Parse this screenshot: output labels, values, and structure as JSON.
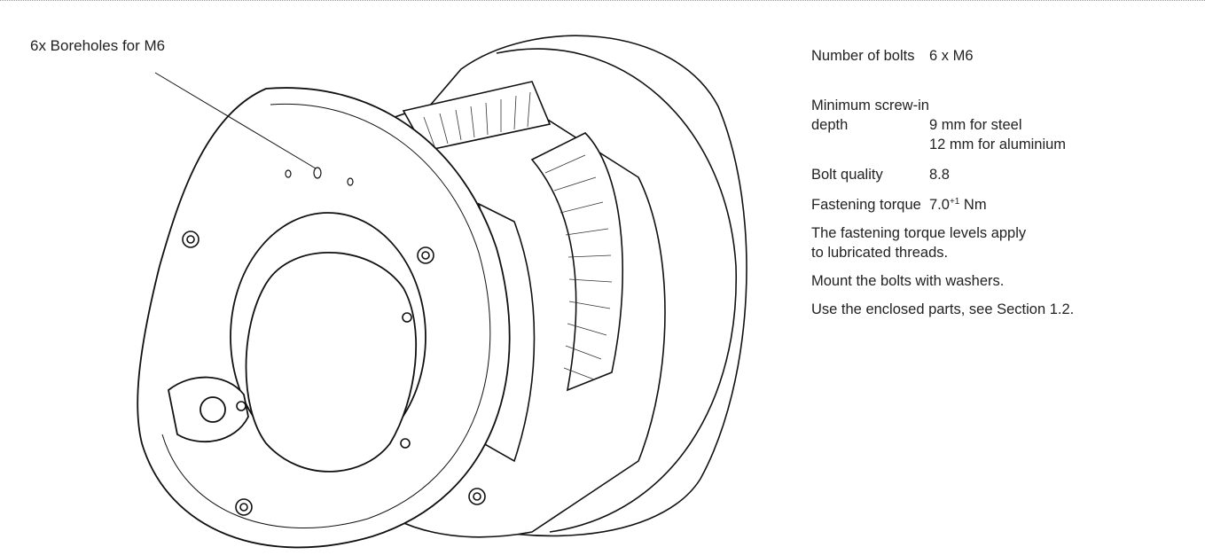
{
  "figure": {
    "callout_label": "6x Boreholes for M6",
    "icon": "mechanical-flange-drawing-icon"
  },
  "specs": {
    "number_of_bolts": {
      "label": "Number of bolts",
      "value": "6 x M6"
    },
    "screw_in_depth": {
      "label_line1": "Minimum screw-in",
      "label_line2": "depth",
      "value_line1": "9 mm for steel",
      "value_line2": "12 mm for aluminium"
    },
    "bolt_quality": {
      "label": "Bolt quality",
      "value": "8.8"
    },
    "fastening_torque": {
      "label": "Fastening torque",
      "value_main": "7.0",
      "value_sup": "+1",
      "value_unit": " Nm"
    }
  },
  "notes": {
    "lubricated_line1": "The fastening torque levels apply",
    "lubricated_line2": "to lubricated threads.",
    "washers": "Mount the bolts with washers.",
    "enclosed_parts": "Use the enclosed parts, see Section 1.2."
  }
}
